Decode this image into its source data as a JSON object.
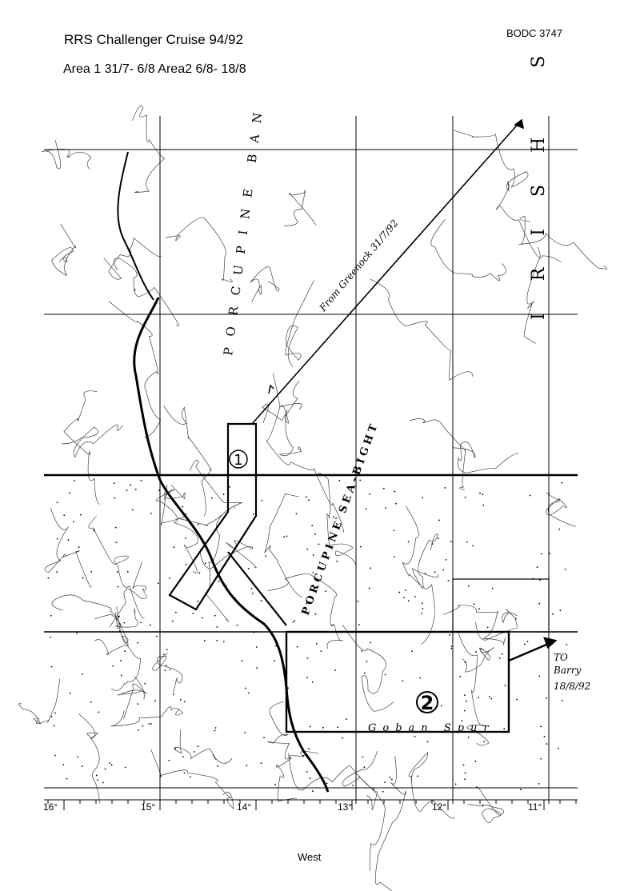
{
  "header": {
    "title": "RRS Challenger Cruise 94/92",
    "document_code": "BODC 3747",
    "areas_line": "Area 1 31/7- 6/8  Area2 6/8- 18/8"
  },
  "map": {
    "place_labels": {
      "bank": "PORCUPINE BAN",
      "sea": "IRISH S",
      "bight": "PORCUPINE SEA-BIGHT",
      "spur": "Goban Spur"
    },
    "annotations": {
      "track_start": "From Greenock 31/7/92",
      "area1_marker": "1",
      "area2_marker": "2",
      "end_to": "TO",
      "end_place": "Barry",
      "end_date": "18/8/92"
    },
    "longitude_ticks": [
      "16°",
      "15°",
      "14°",
      "13°",
      "12°",
      "11°"
    ],
    "axis_label": "West"
  }
}
